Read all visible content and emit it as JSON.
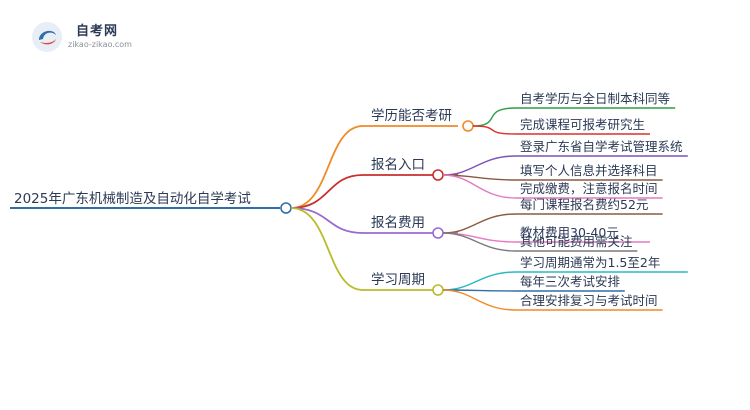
{
  "logo": {
    "title": "自考网",
    "subtitle": "zikao-zikao.com"
  },
  "mindmap": {
    "root": {
      "label": "2025年广东机械制造及自动化自学考试",
      "color": "#2f6fa7"
    },
    "branches": [
      {
        "label": "学历能否考研",
        "color": "#f08a24",
        "children": [
          {
            "label": "自考学历与全日制本科同等",
            "color": "#2e9e45"
          },
          {
            "label": "完成课程可报考研究生",
            "color": "#d9312b"
          }
        ]
      },
      {
        "label": "报名入口",
        "color": "#c8302c",
        "children": [
          {
            "label": "登录广东省自学考试管理系统",
            "color": "#7b52b8"
          },
          {
            "label": "填写个人信息并选择科目",
            "color": "#8a5a40"
          },
          {
            "label": "完成缴费，注意报名时间",
            "color": "#e57ac0"
          }
        ]
      },
      {
        "label": "报名费用",
        "color": "#9a6ad0",
        "children": [
          {
            "label": "每门课程报名费约52元",
            "color": "#8a5a40"
          },
          {
            "label": "教材费用30-40元",
            "color": "#e57ac0"
          },
          {
            "label": "其他可能费用需关注",
            "color": "#7a7a7a"
          }
        ]
      },
      {
        "label": "学习周期",
        "color": "#b9bb2a",
        "children": [
          {
            "label": "学习周期通常为1.5至2年",
            "color": "#2bb7c4"
          },
          {
            "label": "每年三次考试安排",
            "color": "#2f6fa7"
          },
          {
            "label": "合理安排复习与考试时间",
            "color": "#f08a24"
          }
        ]
      }
    ]
  }
}
